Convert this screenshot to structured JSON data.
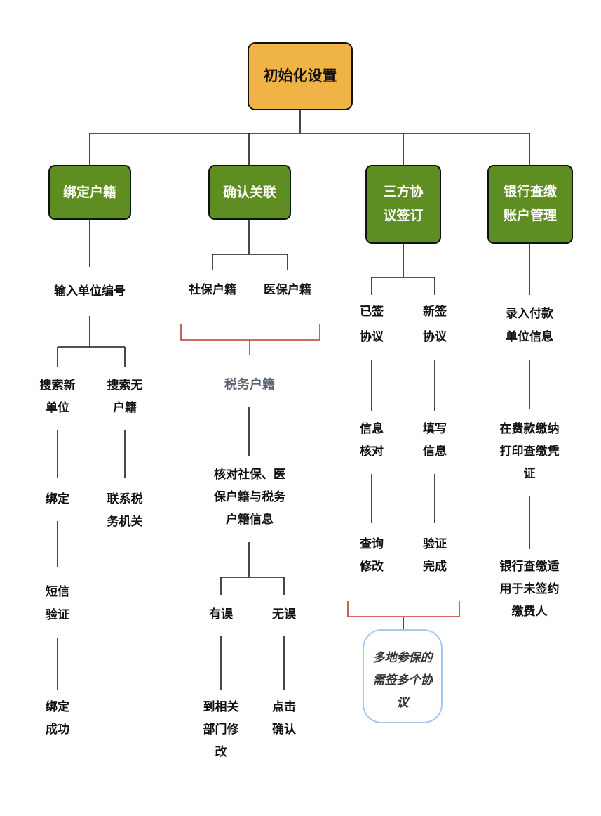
{
  "colors": {
    "root_fill": "#F0B446",
    "category_fill": "#5E8E21",
    "line": "#1a1a1a",
    "bracket": "#C0392B",
    "tax_label": "#5b6470",
    "note_border": "#A8C8EE"
  },
  "root": {
    "label": "初始化设置"
  },
  "categories": {
    "bind": {
      "label": "绑定户籍",
      "input_code": "输入单位编号",
      "search_new": [
        "搜索新",
        "单位"
      ],
      "search_none": [
        "搜索无",
        "户籍"
      ],
      "bind_step": "绑定",
      "sms_verify": [
        "短信",
        "验证"
      ],
      "bind_success": [
        "绑定",
        "成功"
      ],
      "contact_tax": [
        "联系税",
        "务机关"
      ]
    },
    "link": {
      "label": "确认关联",
      "social": "社保户籍",
      "medical": "医保户籍",
      "tax": "税务户籍",
      "check": [
        "核对社保、医",
        "保户籍与税务",
        "户籍信息"
      ],
      "error": "有误",
      "ok": "无误",
      "fix": [
        "到相关",
        "部门修",
        "改"
      ],
      "confirm": [
        "点击",
        "确认"
      ]
    },
    "agreement": {
      "label": [
        "三方协",
        "议签订"
      ],
      "signed": [
        "已签",
        "协议"
      ],
      "new": [
        "新签",
        "协议"
      ],
      "verify_info": [
        "信息",
        "核对"
      ],
      "query_edit": [
        "查询",
        "修改"
      ],
      "fill_info": [
        "填写",
        "信息"
      ],
      "verify_done": [
        "验证",
        "完成"
      ],
      "note": [
        "多地参保的",
        "需签多个协",
        "议"
      ]
    },
    "bank": {
      "label": [
        "银行查缴",
        "账户管理"
      ],
      "enter_payer": [
        "录入付款",
        "单位信息"
      ],
      "print_voucher": [
        "在费款缴纳",
        "打印查缴凭",
        "证"
      ],
      "unsigned_note": [
        "银行查缴适",
        "用于未签约",
        "缴费人"
      ]
    }
  }
}
